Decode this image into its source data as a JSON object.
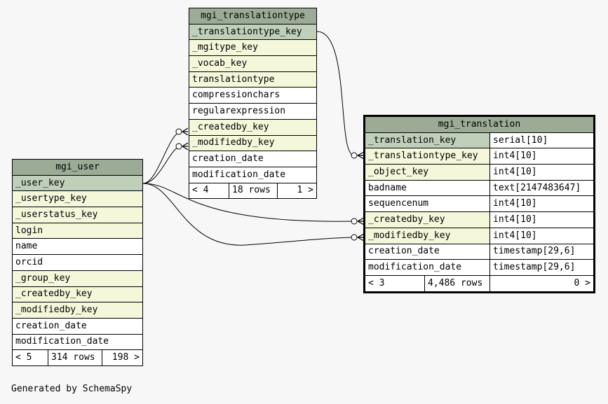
{
  "tables": {
    "translationtype": {
      "name": "mgi_translationtype",
      "columns": [
        "_translationtype_key",
        "_mgitype_key",
        "_vocab_key",
        "translationtype",
        "compressionchars",
        "regularexpression",
        "_createdby_key",
        "_modifiedby_key",
        "creation_date",
        "modification_date"
      ],
      "footer": {
        "left": "< 4",
        "mid": "18 rows",
        "right": "1 >"
      }
    },
    "user": {
      "name": "mgi_user",
      "columns": [
        "_user_key",
        "_usertype_key",
        "_userstatus_key",
        "login",
        "name",
        "orcid",
        "_group_key",
        "_createdby_key",
        "_modifiedby_key",
        "creation_date",
        "modification_date"
      ],
      "footer": {
        "left": "< 5",
        "mid": "314 rows",
        "right": "198 >"
      }
    },
    "translation": {
      "name": "mgi_translation",
      "columns": [
        {
          "name": "_translation_key",
          "type": "serial[10]"
        },
        {
          "name": "_translationtype_key",
          "type": "int4[10]"
        },
        {
          "name": "_object_key",
          "type": "int4[10]"
        },
        {
          "name": "badname",
          "type": "text[2147483647]"
        },
        {
          "name": "sequencenum",
          "type": "int4[10]"
        },
        {
          "name": "_createdby_key",
          "type": "int4[10]"
        },
        {
          "name": "_modifiedby_key",
          "type": "int4[10]"
        },
        {
          "name": "creation_date",
          "type": "timestamp[29,6]"
        },
        {
          "name": "modification_date",
          "type": "timestamp[29,6]"
        }
      ],
      "footer": {
        "left": "< 3",
        "mid": "4,486 rows",
        "right": "0 >"
      }
    }
  },
  "footer_text": "Generated by SchemaSpy",
  "colors": {
    "header": "#9bab96",
    "primary_key_row": "#bfcfba",
    "foreign_key_row": "#f4f7da",
    "background": "#f7f7f7"
  }
}
